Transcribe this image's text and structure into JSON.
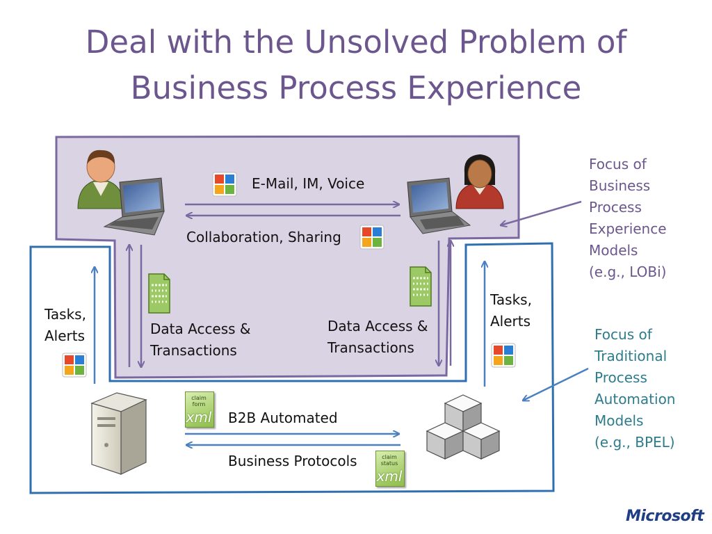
{
  "title": {
    "line1": "Deal with the Unsolved Problem of",
    "line2": "Business Process Experience"
  },
  "labels": {
    "email": "E-Mail, IM, Voice",
    "collab": "Collaboration, Sharing",
    "data_left_1": "Data Access &",
    "data_left_2": "Transactions",
    "data_right_1": "Data Access &",
    "data_right_2": "Transactions",
    "tasks_left_1": "Tasks,",
    "tasks_left_2": "Alerts",
    "tasks_right_1": "Tasks,",
    "tasks_right_2": "Alerts",
    "b2b": "B2B Automated",
    "protocols": "Business Protocols"
  },
  "notes": {
    "experience": [
      "Focus of",
      "Business",
      "Process",
      "Experience",
      "Models",
      "(e.g., LOBi)"
    ],
    "traditional": [
      "Focus of",
      "Traditional",
      "Process",
      "Automation",
      "Models",
      "(e.g., BPEL)"
    ]
  },
  "xml_docs": {
    "claim_form_small": "claim form",
    "claim_form_big": "xml",
    "claim_status_small": "claim status",
    "claim_status_big": "xml"
  },
  "brand": "Microsoft",
  "colors": {
    "title": "#6b578e",
    "purple_region_fill": "#d9d3e4",
    "purple_region_stroke": "#7a68a0",
    "blue_region_stroke": "#2f6fb0",
    "purple_arrow": "#7a68a0",
    "blue_arrow": "#4a7fc0",
    "note_teal": "#2d7c8e",
    "brand": "#1f3e86"
  },
  "icons": [
    "user-male-icon",
    "user-female-icon",
    "laptop-icon",
    "office-logo-icon",
    "binary-document-icon",
    "xml-document-icon",
    "server-icon",
    "cubes-icon"
  ]
}
